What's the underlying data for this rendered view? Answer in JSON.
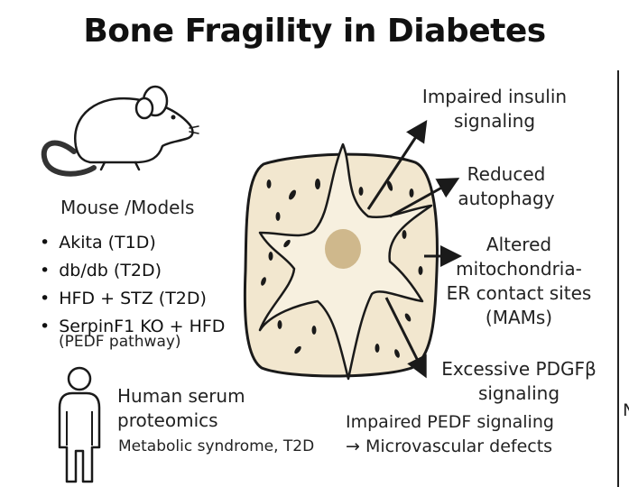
{
  "title": "Bone Fragility in Diabetes",
  "mouse": {
    "heading": "Mouse /Models",
    "models": [
      "Akita (T1D)",
      "db/db (T2D)",
      "HFD + STZ (T2D)",
      "SerpinF1 KO + HFD"
    ],
    "note": "(PEDF pathway)"
  },
  "human": {
    "line1": "Human serum",
    "line2": "proteomics",
    "sub": "Metabolic syndrome, T2D"
  },
  "outcomes": [
    {
      "line1": "Impaired insulin",
      "line2": "signaling"
    },
    {
      "line1": "Reduced",
      "line2": "autophagy"
    },
    {
      "line1": "Altered",
      "line2": "mitochondria-",
      "line3": "ER contact sites",
      "line4": "(MAMs)"
    },
    {
      "line1": "Excessive PDGFβ",
      "line2": "signaling"
    }
  ],
  "pedf": {
    "line1": "Impaired PEDF signaling",
    "line2": "→ Microvascular defects"
  },
  "edge_letter": "N",
  "colors": {
    "cell_fill": "#f2e7cf",
    "nucleus": "#cfb88c",
    "outline": "#1a1a1a"
  }
}
